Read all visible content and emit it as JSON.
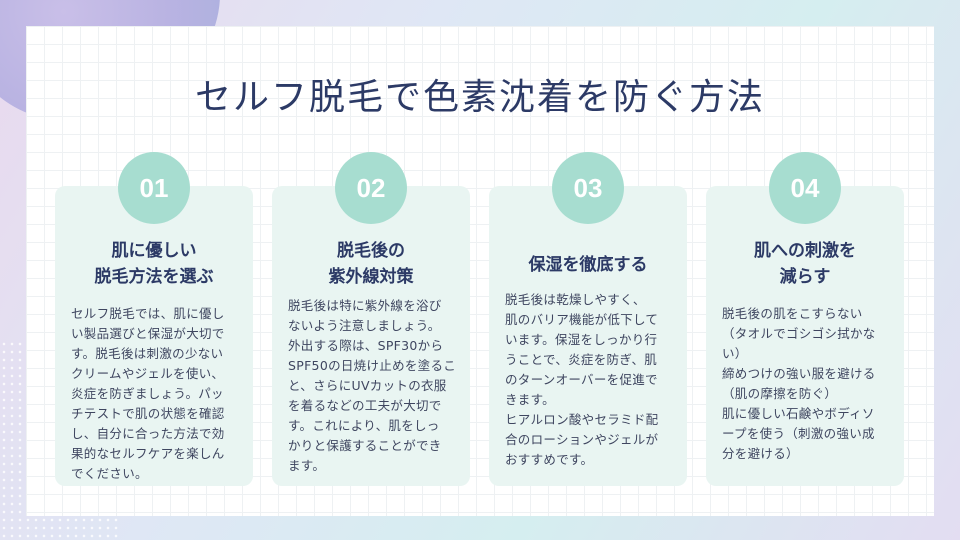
{
  "title": "セルフ脱毛で色素沈着を防ぐ方法",
  "colors": {
    "title": "#2c3a66",
    "badge": "#a7ddd0",
    "card": "#e9f5f2"
  },
  "cards": [
    {
      "number": "01",
      "title": "肌に優しい\n脱毛方法を選ぶ",
      "body": "セルフ脱毛では、肌に優し\nい製品選びと保湿が大切で\nす。脱毛後は刺激の少ない\nクリームやジェルを使い、\n炎症を防ぎましょう。パッ\nチテストで肌の状態を確認\nし、自分に合った方法で効\n果的なセルフケアを楽しん\nでください。"
    },
    {
      "number": "02",
      "title": "脱毛後の\n紫外線対策",
      "body": "脱毛後は特に紫外線を浴び\nないよう注意しましょう。\n外出する際は、SPF30から\nSPF50の日焼け止めを塗るこ\nと、さらにUVカットの衣服\nを着るなどの工夫が大切で\nす。これにより、肌をしっ\nかりと保護することができ\nます。"
    },
    {
      "number": "03",
      "title": "保湿を徹底する",
      "body": "脱毛後は乾燥しやすく、\n肌のバリア機能が低下して\nいます。保湿をしっかり行\nうことで、炎症を防ぎ、肌\nのターンオーバーを促進で\nきます。\nヒアルロン酸やセラミド配\n合のローションやジェルが\nおすすめです。"
    },
    {
      "number": "04",
      "title": "肌への刺激を\n減らす",
      "body": "脱毛後の肌をこすらない\n（タオルでゴシゴシ拭かな\nい）\n締めつけの強い服を避ける\n（肌の摩擦を防ぐ）\n肌に優しい石鹸やボディソ\nープを使う（刺激の強い成\n分を避ける）"
    }
  ]
}
